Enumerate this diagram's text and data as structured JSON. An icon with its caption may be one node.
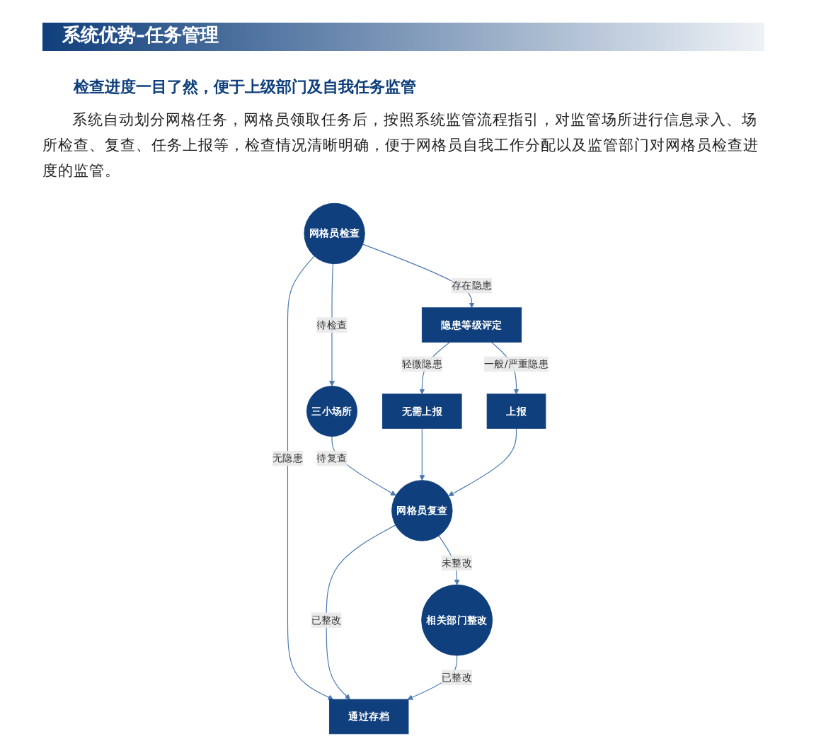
{
  "diagram": {
    "title": "系统优势–任务管理",
    "nodes": [
      {
        "text": [
          "网格员检查"
        ]
      },
      {
        "text": [
          "三小场所"
        ]
      },
      {
        "text": [
          "网格员复查"
        ]
      },
      {
        "text": [
          "隐患等级评定"
        ]
      },
      {
        "text": [
          "通过存档"
        ]
      },
      {
        "text": [
          "相关部门整改"
        ]
      },
      {
        "text": [
          "无需上报"
        ]
      },
      {
        "text": [
          "上报"
        ]
      }
    ],
    "edges": [
      {
        "from": 0,
        "to": 1,
        "arrow": "to",
        "label": "待检查"
      },
      {
        "from": 1,
        "to": 2,
        "arrow": "to",
        "label": "待复查"
      },
      {
        "from": 0,
        "to": 3,
        "arrow": "to",
        "label": "存在隐患"
      },
      {
        "from": 0,
        "to": 4,
        "arrow": "to",
        "label": "无隐患"
      },
      {
        "from": 2,
        "to": 4,
        "arrow": "to",
        "label": "已整改"
      },
      {
        "from": 2,
        "to": 5,
        "arrow": "to",
        "label": "未整改"
      },
      {
        "from": 5,
        "to": 4,
        "arrow": "to",
        "label": "已整改"
      },
      {
        "from": 3,
        "to": 6,
        "arrow": "to",
        "label": "轻微隐患"
      },
      {
        "from": 3,
        "to": 7,
        "arrow": "to",
        "label": "一般/严重隐患"
      },
      {
        "from": 6,
        "to": 2,
        "arrow": "to"
      },
      {
        "from": 7,
        "to": 2,
        "arrow": "to"
      }
    ],
    "labels": [
      "检查进度一目了然，便于上级部门及自我任务监管",
      "系统自动划分网格任务，网格员领取任务后，按照系统监管流程指引，对监管场所进行信息录入、场所检查、复查、任务上报等，检查情况清晰明确，便于网格员自我工作分配以及监管部门对网格员检查进度的监管。"
    ]
  }
}
